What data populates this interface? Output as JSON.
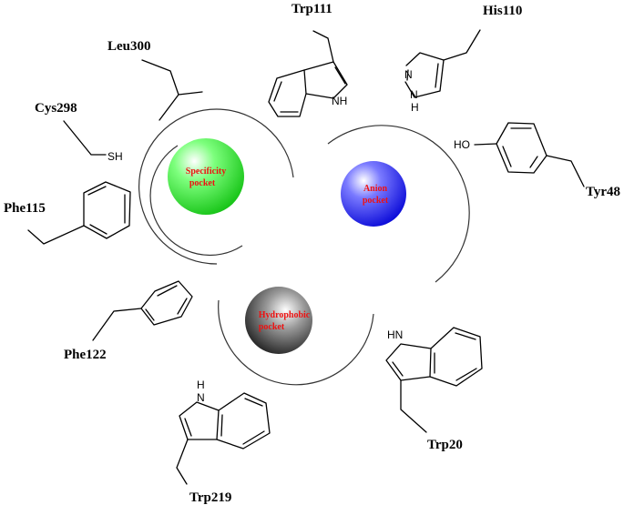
{
  "pockets": {
    "specificity": {
      "line1": "Specificity",
      "line2": "pocket",
      "color": "#22dd22",
      "text_color": "#ee1111"
    },
    "anion": {
      "line1": "Anion",
      "line2": "pocket",
      "color": "#1a1aee",
      "text_color": "#ee1111"
    },
    "hydrophobic": {
      "line1": "Hydrophobic",
      "line2": "pocket",
      "color": "#111111",
      "text_color": "#ee1111"
    }
  },
  "residues": {
    "trp111": "Trp111",
    "his110": "His110",
    "leu300": "Leu300",
    "cys298": "Cys298",
    "tyr48": "Tyr48",
    "phe115": "Phe115",
    "phe122": "Phe122",
    "trp20": "Trp20",
    "trp219": "Trp219"
  },
  "atoms": {
    "nh": "NH",
    "n": "N",
    "h": "H",
    "hn": "HN",
    "sh": "SH",
    "ho": "HO"
  }
}
